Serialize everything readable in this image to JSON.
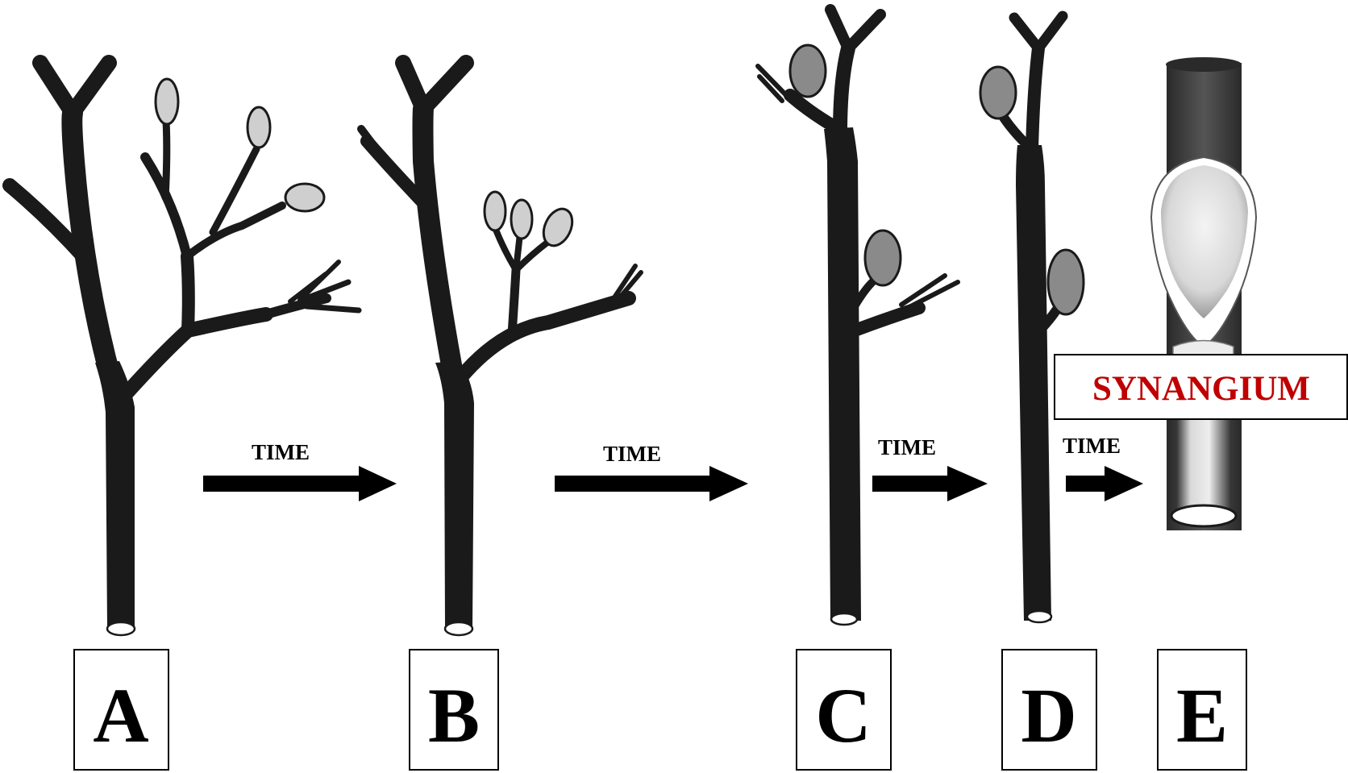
{
  "stages": [
    {
      "letter": "A"
    },
    {
      "letter": "B"
    },
    {
      "letter": "C"
    },
    {
      "letter": "D"
    },
    {
      "letter": "E"
    }
  ],
  "arrows": [
    {
      "label": "TIME"
    },
    {
      "label": "TIME"
    },
    {
      "label": "TIME"
    },
    {
      "label": "TIME"
    }
  ],
  "callout": {
    "label": "SYNANGIUM",
    "color": "#c00000"
  },
  "colors": {
    "stem": "#1a1a1a",
    "sporangium_fill": "#cfcfcf",
    "synangium_body": "#3a3a3a"
  }
}
